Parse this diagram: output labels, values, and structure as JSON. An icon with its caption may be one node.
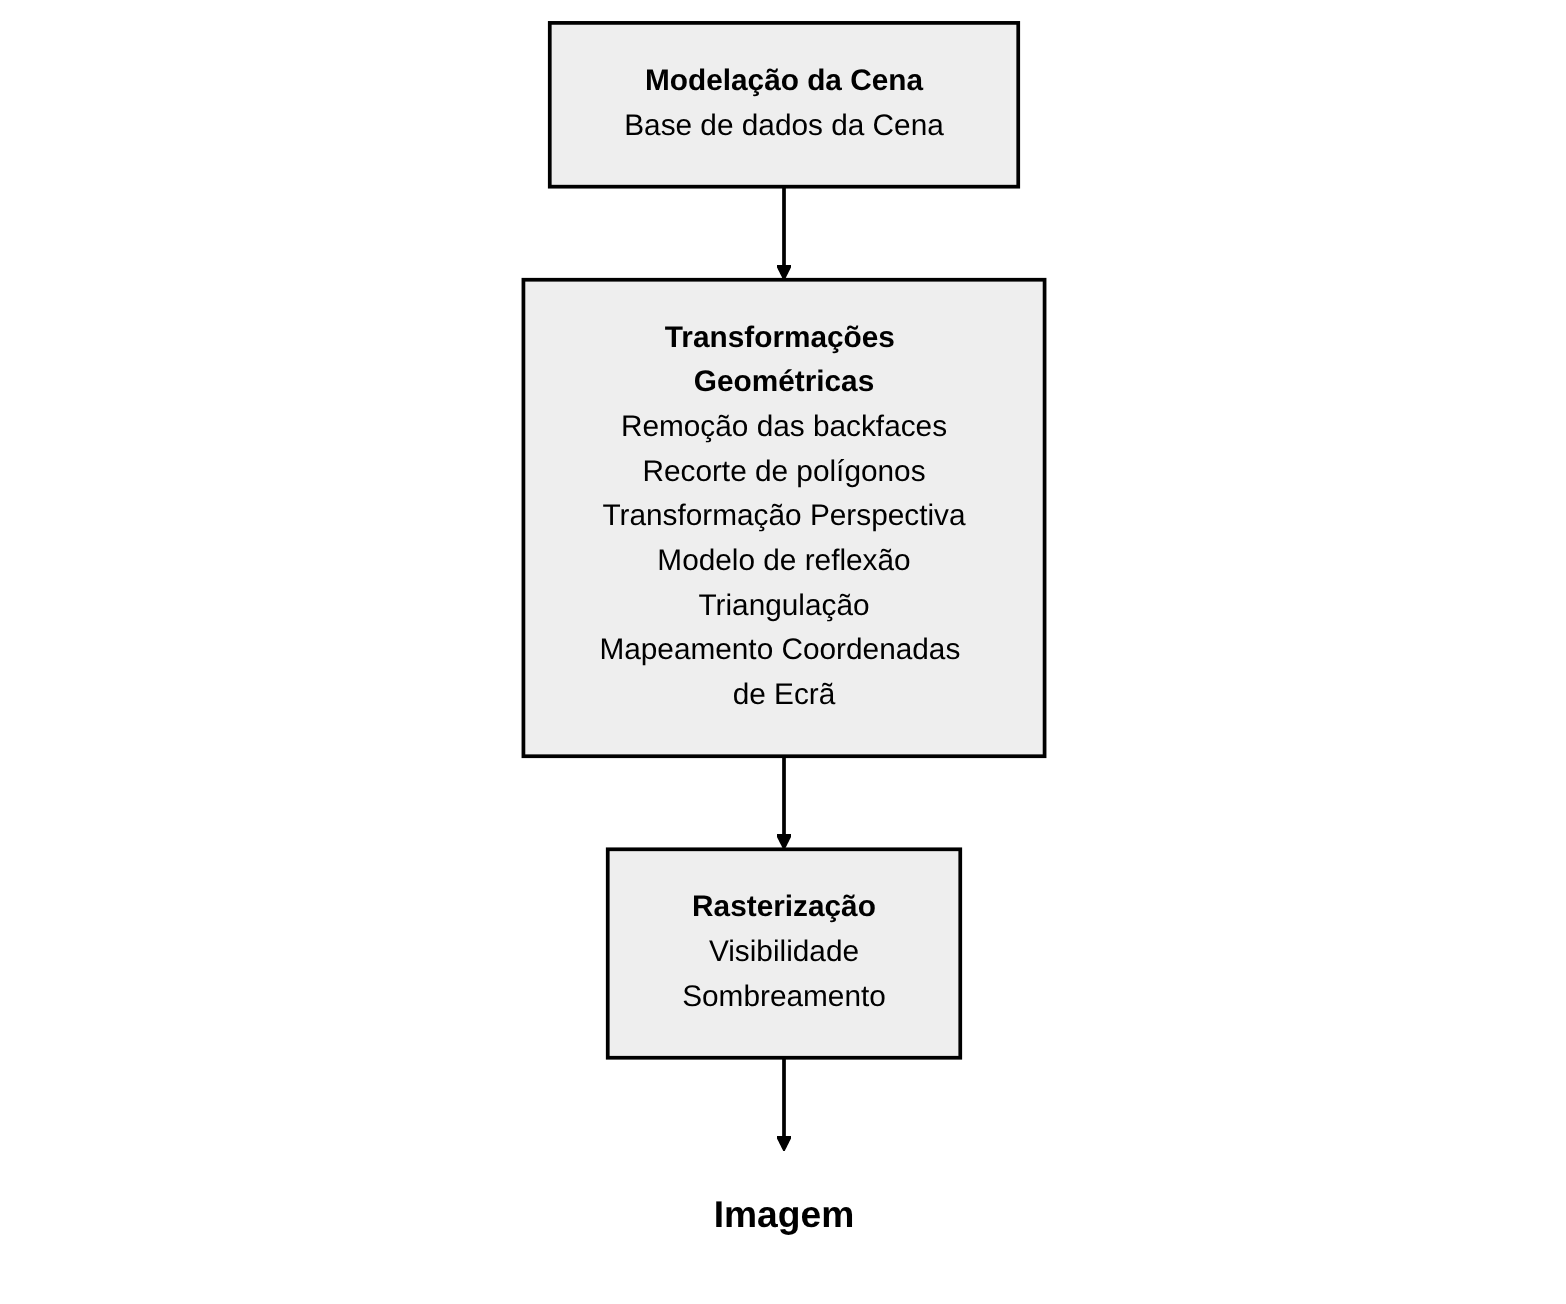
{
  "diagram": {
    "nodes": [
      {
        "text": [
          "Modelação da Cena",
          "Base de dados da Cena"
        ]
      },
      {
        "text": [
          "Transformações Geométricas",
          "Remoção das backfaces",
          "Recorte de polígonos",
          "Transformação Perspectiva",
          "Modelo de reflexão",
          "Triangulação",
          "Mapeamento Coordenadas de Ecrã"
        ]
      },
      {
        "text": [
          "Rasterização",
          "Visibilidade",
          "Sombreamento"
        ]
      },
      {
        "text": [
          "Imagem"
        ]
      }
    ],
    "edges": [
      {
        "from": 0,
        "to": 1,
        "arrow": "to"
      },
      {
        "from": 1,
        "to": 2,
        "arrow": "to"
      },
      {
        "from": 2,
        "to": 3,
        "arrow": "to"
      }
    ]
  }
}
